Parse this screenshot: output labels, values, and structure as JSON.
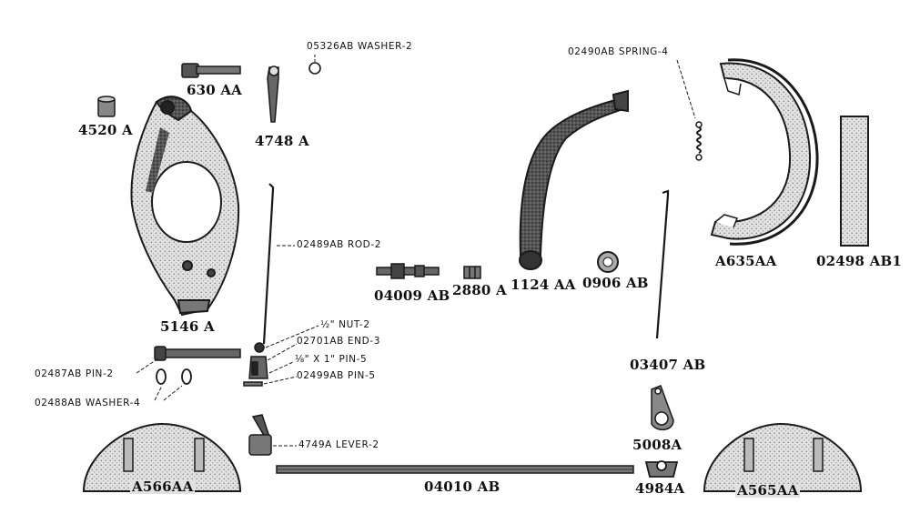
{
  "parts": {
    "p630aa": "630 AA",
    "p4520a": "4520 A",
    "p4748a": "4748 A",
    "p05326ab": "05326AB WASHER-2",
    "p5146a": "5146 A",
    "p02489ab": "02489AB ROD-2",
    "p04009ab": "04009 AB",
    "p2880a": "2880 A",
    "p1124aa": "1124 AA",
    "p0906ab": "0906 AB",
    "p02490ab": "02490AB SPRING-4",
    "pa635aa": "A635AA",
    "p02498ab1": "02498 AB1",
    "p_nut": "½\" NUT-2",
    "p02701ab": "02701AB END-3",
    "p_pin": "⅛\" X 1\" PIN-5",
    "p02499ab": "02499AB PIN-5",
    "p02487ab": "02487AB PIN-2",
    "p02488ab": "02488AB WASHER-4",
    "p03407ab": "03407 AB",
    "p4749a": "4749A LEVER-2",
    "p5008a": "5008A",
    "p4984a": "4984A",
    "pa566aa": "A566AA",
    "p04010ab": "04010 AB",
    "pa565aa": "A565AA"
  },
  "colors": {
    "ink": "#1a1a1a",
    "gray": "#8a8a8a",
    "light": "#d9d9d9"
  }
}
